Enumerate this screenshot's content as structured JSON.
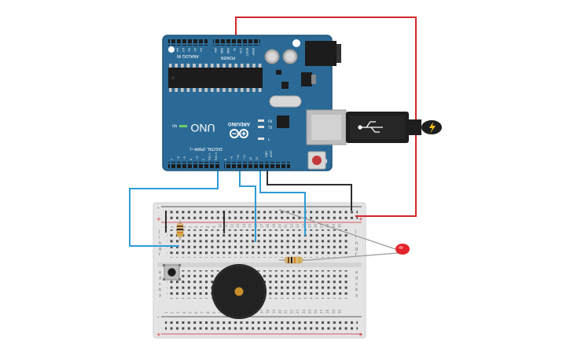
{
  "board": {
    "brand": "ARDUINO",
    "model": "UNO",
    "header_analog": "ANALOG IN",
    "header_power": "POWER",
    "header_digital": "DIGITAL (PWM~)",
    "label_on": "ON",
    "label_tx": "TX",
    "label_rx": "RX",
    "label_l": "L",
    "label_aref": "AREF",
    "label_gnd": "GND",
    "analog_pins": [
      "A5",
      "A4",
      "A3",
      "A2",
      "A1",
      "A0"
    ],
    "power_pins": [
      "VIN",
      "GND",
      "GND",
      "5V",
      "3.3V",
      "RESET",
      "IOREF"
    ],
    "digital_pins": [
      "RX0 0",
      "TX0 1",
      "2",
      "~3",
      "4",
      "~5",
      "~6",
      "7",
      "8",
      "~9",
      "~10",
      "~11",
      "12",
      "13"
    ]
  },
  "breadboard": {
    "row_letters_top": [
      "j",
      "i",
      "h",
      "g",
      "f"
    ],
    "row_letters_bottom": [
      "e",
      "d",
      "c",
      "b",
      "a"
    ],
    "column_numbers": [
      "1",
      "2",
      "3",
      "4",
      "5",
      "6",
      "7",
      "8",
      "9",
      "10",
      "11",
      "12",
      "13",
      "14",
      "15",
      "16",
      "17",
      "18",
      "19",
      "20",
      "21",
      "22",
      "23",
      "24",
      "25",
      "26",
      "27",
      "28",
      "29",
      "30"
    ],
    "rail_plus": "+",
    "rail_minus": "-"
  },
  "colors": {
    "board_blue": "#2b6a96",
    "board_edge": "#1f5479",
    "wire_red": "#d3262c",
    "wire_black": "#2d2d2d",
    "wire_blue": "#2e9bd6",
    "breadboard": "#e6e6e6",
    "led_red": "#e3242b",
    "buzzer": "#222222",
    "resistor": "#d8b878"
  }
}
